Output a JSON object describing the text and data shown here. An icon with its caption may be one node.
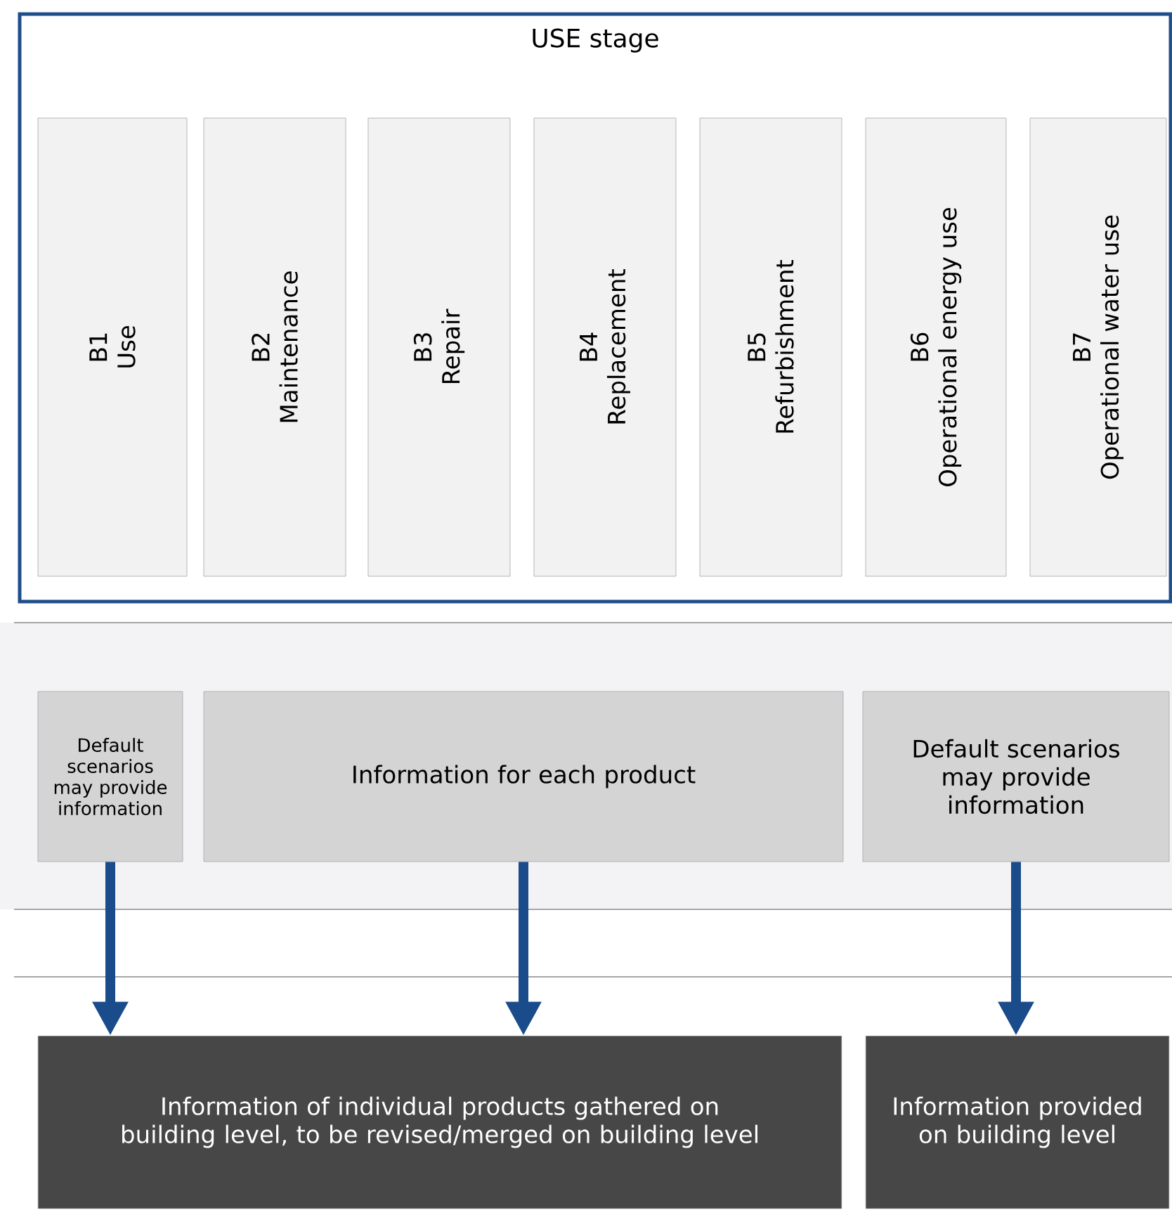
{
  "diagram": {
    "nodes": [
      {
        "text": [
          "USE stage"
        ]
      },
      {
        "text": [
          "B1",
          "Use"
        ],
        "in": 0
      },
      {
        "text": [
          "B2",
          "Maintenance"
        ],
        "in": 0
      },
      {
        "text": [
          "B3",
          "Repair"
        ],
        "in": 0
      },
      {
        "text": [
          "B4",
          "Replacement"
        ],
        "in": 0
      },
      {
        "text": [
          "B5",
          "Refurbishment"
        ],
        "in": 0
      },
      {
        "text": [
          "B6",
          "Operational energy use"
        ],
        "in": 0
      },
      {
        "text": [
          "B7",
          "Operational water use"
        ],
        "in": 0
      },
      {
        "text": [
          "Default scenarios may provide information"
        ]
      },
      {
        "text": [
          "Information for each product"
        ]
      },
      {
        "text": [
          "Default scenarios may provide information"
        ]
      },
      {
        "text": [
          "Information of individual products gathered on building level, to be revised/merged on building level"
        ]
      },
      {
        "text": [
          "Information provided on building level"
        ]
      }
    ],
    "edges": [
      {
        "from": 8,
        "to": 11,
        "arrow": "to"
      },
      {
        "from": 9,
        "to": 11,
        "arrow": "to"
      },
      {
        "from": 10,
        "to": 12,
        "arrow": "to"
      }
    ]
  }
}
